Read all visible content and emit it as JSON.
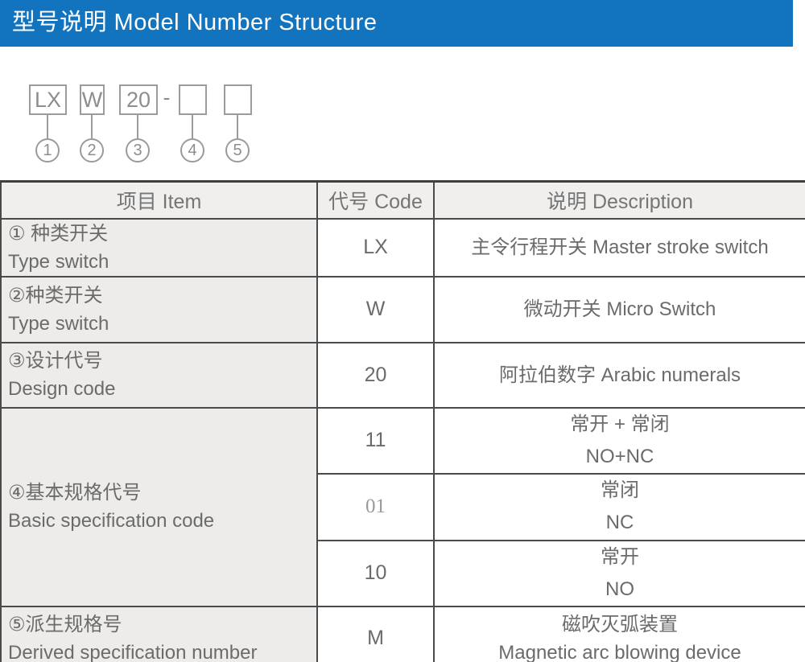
{
  "title_bar": {
    "title": "型号说明 Model Number Structure"
  },
  "diagram": {
    "boxes": [
      "LX",
      "W",
      "20",
      "",
      ""
    ],
    "separator": "-",
    "markers": [
      "1",
      "2",
      "3",
      "4",
      "5"
    ]
  },
  "table": {
    "headers": {
      "item": "项目 Item",
      "code": "代号 Code",
      "description": "说明 Description"
    },
    "rows": [
      {
        "item_zh": "① 种类开关",
        "item_en": "Type switch",
        "code": "LX",
        "desc": [
          "主令行程开关 Master stroke switch"
        ]
      },
      {
        "item_zh": "②种类开关",
        "item_en": "Type switch",
        "code": "W",
        "desc": [
          "微动开关 Micro Switch"
        ]
      },
      {
        "item_zh": "③设计代号",
        "item_en": "Design code",
        "code": "20",
        "desc": [
          "阿拉伯数字 Arabic numerals"
        ]
      },
      {
        "item_zh": "④基本规格代号",
        "item_en": "Basic specification code",
        "subrows": [
          {
            "code": "11",
            "desc": [
              "常开 + 常闭",
              "NO+NC"
            ]
          },
          {
            "code": "01",
            "desc": [
              "常闭",
              "NC"
            ]
          },
          {
            "code": "10",
            "desc": [
              "常开",
              "NO"
            ]
          }
        ]
      },
      {
        "item_zh": "⑤派生规格号",
        "item_en": "Derived specification number",
        "code": "M",
        "desc": [
          "磁吹灭弧装置",
          "Magnetic arc blowing device"
        ]
      }
    ]
  },
  "colors": {
    "accent_blue": "#1274be",
    "table_border": "#4a4a4a",
    "item_cell_bg": "#edecea",
    "header_bg": "#f0efee",
    "text_gray": "#6b6b6b",
    "diagram_gray": "#9b9b9b"
  }
}
